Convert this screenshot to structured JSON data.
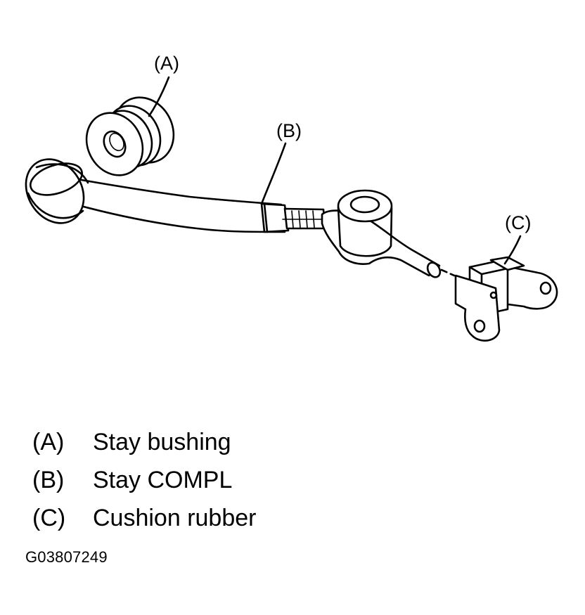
{
  "callouts": {
    "a": "(A)",
    "b": "(B)",
    "c": "(C)"
  },
  "legend": [
    {
      "key": "(A)",
      "text": "Stay bushing"
    },
    {
      "key": "(B)",
      "text": "Stay COMPL"
    },
    {
      "key": "(C)",
      "text": "Cushion rubber"
    }
  ],
  "figure_code": "G03807249",
  "colors": {
    "ink": "#000000",
    "paper": "#ffffff"
  }
}
